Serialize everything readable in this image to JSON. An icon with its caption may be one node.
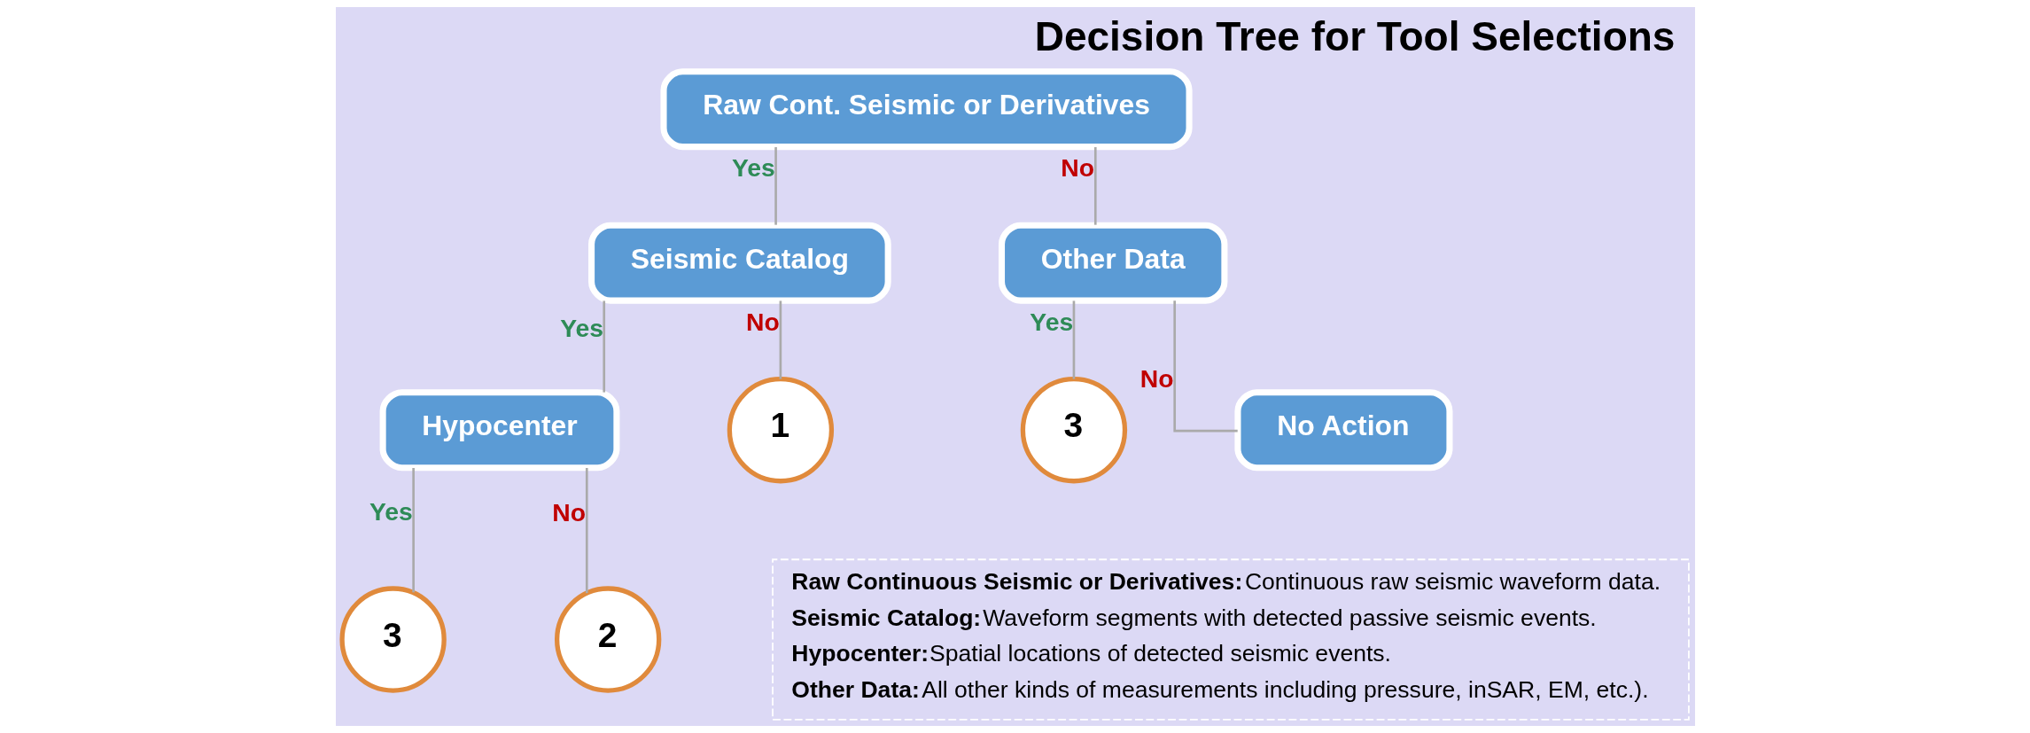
{
  "diagram": {
    "title": "Decision Tree for Tool Selections",
    "nodes": [
      {
        "text": [
          "Raw Cont. Seismic or Derivatives"
        ]
      },
      {
        "text": [
          "Seismic Catalog"
        ]
      },
      {
        "text": [
          "Other Data"
        ]
      },
      {
        "text": [
          "Hypocenter"
        ]
      },
      {
        "text": [
          "1"
        ]
      },
      {
        "text": [
          "3"
        ]
      },
      {
        "text": [
          "No Action"
        ]
      },
      {
        "text": [
          "3"
        ]
      },
      {
        "text": [
          "2"
        ]
      }
    ],
    "edges": [
      {
        "from": 0,
        "to": 1,
        "arrow": "none",
        "label": "Yes"
      },
      {
        "from": 0,
        "to": 2,
        "arrow": "none",
        "label": "No"
      },
      {
        "from": 1,
        "to": 3,
        "arrow": "none",
        "label": "Yes"
      },
      {
        "from": 1,
        "to": 4,
        "arrow": "none",
        "label": "No"
      },
      {
        "from": 2,
        "to": 5,
        "arrow": "none",
        "label": "Yes"
      },
      {
        "from": 2,
        "to": 6,
        "arrow": "none",
        "label": "No"
      },
      {
        "from": 3,
        "to": 7,
        "arrow": "none",
        "label": "Yes"
      },
      {
        "from": 3,
        "to": 8,
        "arrow": "none",
        "label": "No"
      }
    ],
    "labels": [
      "Raw Continuous Seismic or Derivatives:",
      "Continuous raw seismic waveform data.",
      "Seismic Catalog:",
      "Waveform segments with detected passive seismic events.",
      "Hypocenter:",
      "Spatial locations of detected seismic events.",
      "Other Data:",
      "All other kinds of measurements including pressure, inSAR, EM, etc.)."
    ]
  }
}
